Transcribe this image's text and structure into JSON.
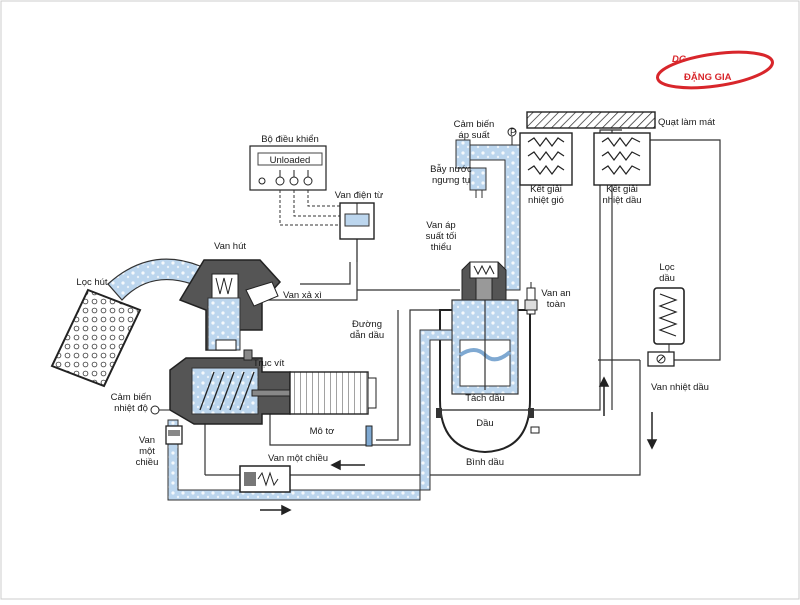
{
  "logo": {
    "brand_mark": "DG",
    "brand_name": "ĐẶNG GIA",
    "color": "#d8262b"
  },
  "colors": {
    "air_flow": "#b7d3ec",
    "air_flow_edge": "#7fa9d2",
    "line": "#222222",
    "body_gray": "#555555"
  },
  "labels": {
    "controller": "Bộ điều khiển",
    "controller_display": "Unloaded",
    "solenoid_valve": "Van điện từ",
    "pressure_sensor": "Cảm biến\náp suất",
    "cooling_fan": "Quạt làm mát",
    "water_trap": "Bẫy nước\nngưng tụ",
    "air_cooler": "Kết giải\nnhiệt gió",
    "oil_cooler": "Kết giải\nnhiệt dầu",
    "min_pressure_valve": "Van áp\nsuất tối\nthiểu",
    "safety_valve": "Van an\ntoàn",
    "intake_valve": "Van hút",
    "intake_filter": "Lọc hút",
    "blowdown_valve": "Van xả xì",
    "oil_line": "Đường\ndẫn dầu",
    "screw_shaft": "Trục vít",
    "temp_sensor": "Cảm biến\nnhiệt độ",
    "check_valve_left": "Van\nmột\nchiều",
    "motor": "Mô tơ",
    "check_valve_bottom": "Van một chiều",
    "oil_separator": "Tách dầu",
    "oil": "Dầu",
    "oil_tank": "Bình dầu",
    "oil_filter": "Lọc\ndầu",
    "thermo_valve": "Van nhiệt dầu"
  }
}
